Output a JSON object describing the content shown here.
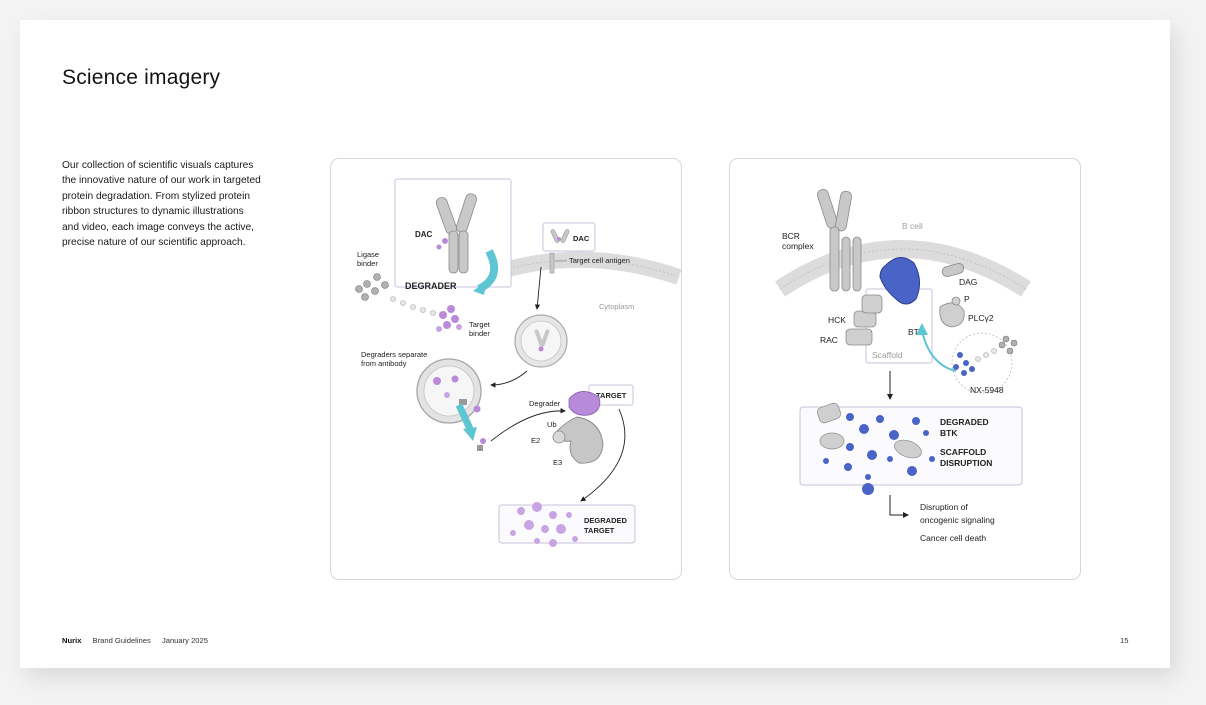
{
  "title": "Science imagery",
  "description": "Our collection of scientific visuals captures the innovative nature of our work in targeted protein degradation. From stylized protein ribbon structures to dynamic illustrations and video, each image conveys the active, precise nature of our scientific approach.",
  "footer": {
    "brand": "Nurix",
    "section": "Brand Guidelines",
    "date": "January 2025",
    "page_number": "15"
  },
  "left_illustration": {
    "dac": "DAC",
    "ligase_binder_1": "Ligase",
    "ligase_binder_2": "binder",
    "degrader_label": "DEGRADER",
    "target_binder_1": "Target",
    "target_binder_2": "binder",
    "dac_small": "DAC",
    "target_cell_antigen": "Target cell antigen",
    "cytoplasm": "Cytoplasm",
    "separate_1": "Degraders separate",
    "separate_2": "from antibody",
    "degrader": "Degrader",
    "target": "TARGET",
    "ub": "Ub",
    "e2": "E2",
    "e3": "E3",
    "degraded_target_1": "DEGRADED",
    "degraded_target_2": "TARGET"
  },
  "right_illustration": {
    "bcr_1": "BCR",
    "bcr_2": "complex",
    "b_cell": "B cell",
    "dag": "DAG",
    "p": "P",
    "plcy2": "PLCγ2",
    "hck": "HCK",
    "btk": "BTK",
    "rac": "RAC",
    "scaffold": "Scaffold",
    "nx5948": "NX-5948",
    "degraded_btk_1": "DEGRADED",
    "degraded_btk_2": "BTK",
    "scaffold_disruption_1": "SCAFFOLD",
    "scaffold_disruption_2": "DISRUPTION",
    "disruption_1": "Disruption of",
    "disruption_2": "oncogenic signaling",
    "cancer_cell_death": "Cancer cell death"
  },
  "colors": {
    "accent_teal": "#5ec5d2",
    "degrader_purple": "#b98ad9",
    "btk_blue": "#4a63c6",
    "protein_gray": "#bdbdbd",
    "panel_border": "#d7d7d7"
  }
}
